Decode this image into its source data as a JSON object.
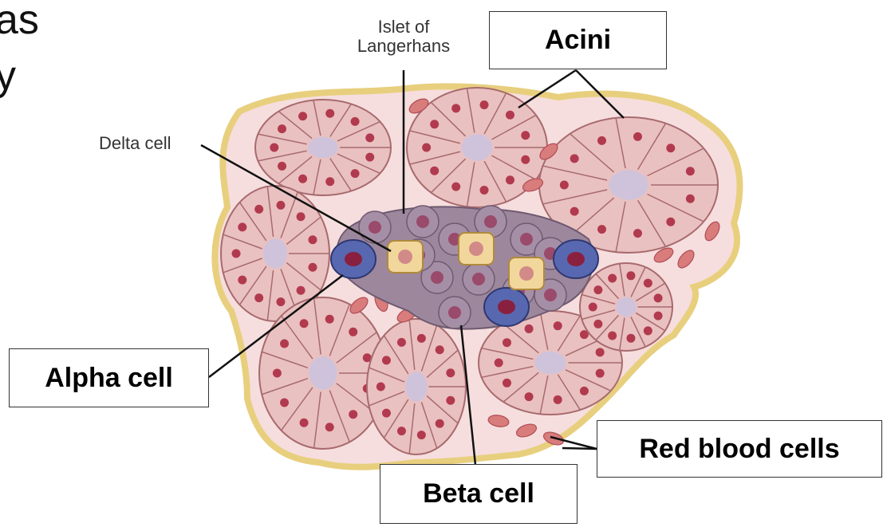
{
  "slide_text": {
    "line1": "as",
    "line2": "y"
  },
  "labels": {
    "islet": "Islet of\nLangerhans",
    "delta": "Delta cell",
    "acini": "Acini",
    "alpha": "Alpha cell",
    "beta": "Beta cell",
    "rbc": "Red blood cells"
  },
  "colors": {
    "acinus_cell": "#e9c1c0",
    "acinus_outline": "#a86a6e",
    "nucleus": "#b23a4e",
    "lumen": "#cfc3dc",
    "stroma": "#f6dede",
    "capsule": "#e8cf7e",
    "beta_cell": "#9d879d",
    "alpha_cell": "#5868b0",
    "delta_cell": "#f2d79c",
    "rbc": "#d87c7c"
  }
}
